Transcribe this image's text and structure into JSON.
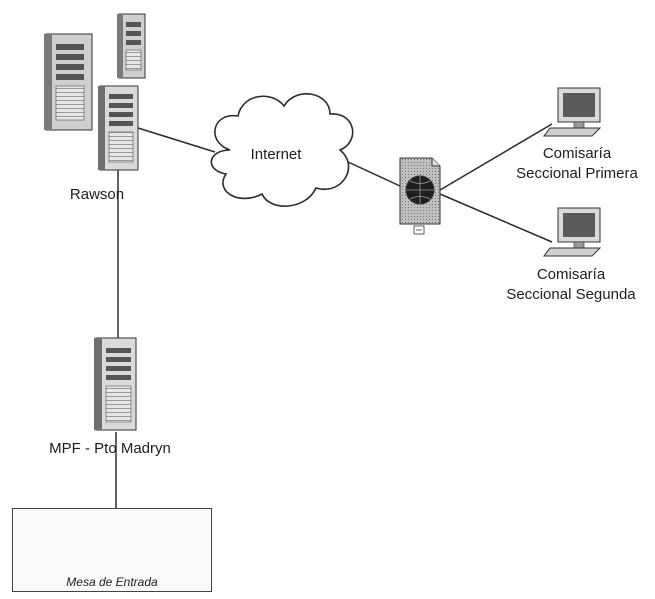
{
  "nodes": {
    "rawson": {
      "label": "Rawson"
    },
    "internet": {
      "label": "Internet"
    },
    "madryn": {
      "label": "MPF - Pto Madryn"
    },
    "comisaria_primera": {
      "line1": "Comisaría",
      "line2": "Seccional Primera"
    },
    "comisaria_segunda": {
      "line1": "Comisaría",
      "line2": "Seccional Segunda"
    },
    "mesa": {
      "label": "Mesa de Entrada"
    }
  },
  "colors": {
    "line": "#2b2b2b",
    "server_body": "#d9d9d9",
    "server_dark": "#6f6f6f",
    "screen": "#5a5a5a",
    "cloud_fill": "#ffffff"
  }
}
